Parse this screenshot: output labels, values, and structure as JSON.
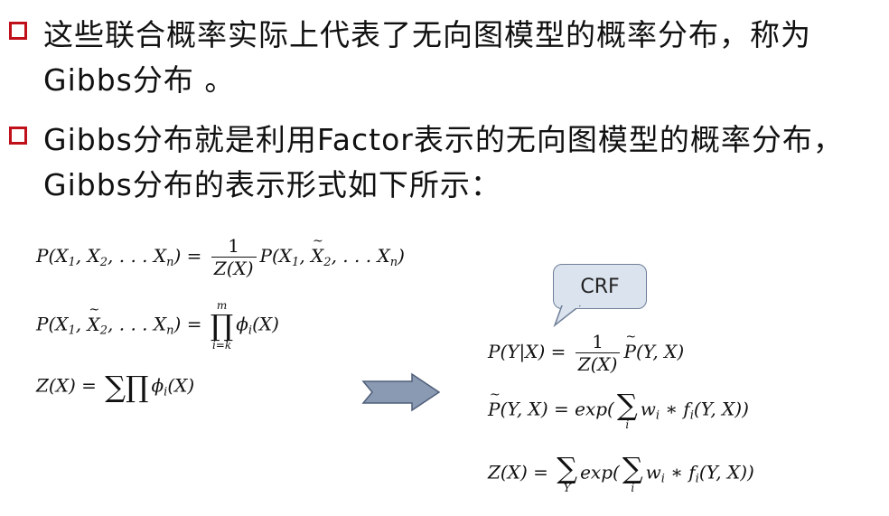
{
  "bullets": [
    {
      "text": "这些联合概率实际上代表了无向图模型的概率分布，称为Gibbs分布 。"
    },
    {
      "text": "Gibbs分布就是利用Factor表示的无向图模型的概率分布，Gibbs分布的表示形式如下所示："
    }
  ],
  "left_formulas": {
    "f1_lhs": "P(X",
    "f1_num": "1",
    "f1_den": "Z(X)",
    "f2_prod_top": "m",
    "f2_prod_bottom": "i=k",
    "f3_lhs": "Z(X) = "
  },
  "callout": {
    "label": "CRF"
  },
  "right_formulas": {
    "r1_num": "1",
    "r1_den": "Z(X)",
    "r2_sum_bottom": "i",
    "r3_sum1_bottom": "Y",
    "r3_sum2_bottom": "i"
  },
  "colors": {
    "bullet_box": "#c0101a",
    "callout_fill": "#dbe3ee",
    "callout_border": "#6e7f98",
    "arrow_fill": "#8a9ab3"
  }
}
